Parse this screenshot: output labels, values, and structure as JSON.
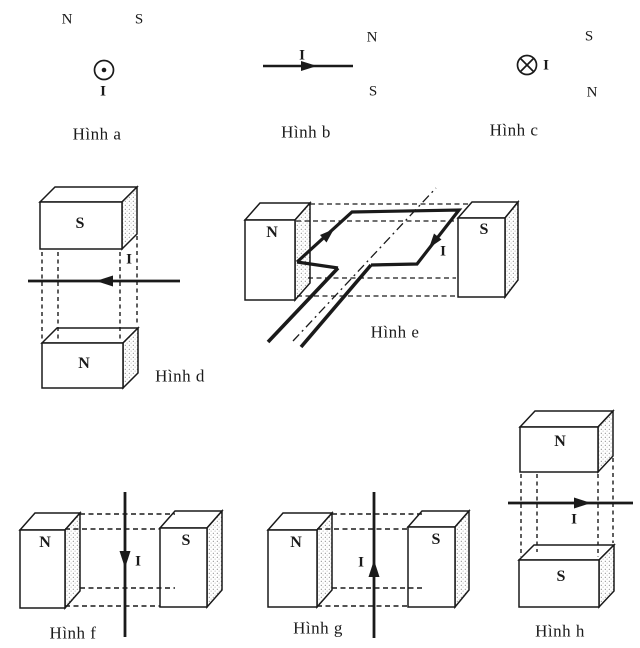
{
  "colors": {
    "ink": "#1a1a1a",
    "paper": "#ffffff"
  },
  "figures": {
    "a": {
      "caption": "Hình a",
      "left_pole": "N",
      "right_pole": "S",
      "current": "I",
      "current_direction": "out-of-page"
    },
    "b": {
      "caption": "Hình b",
      "top_pole": "N",
      "bottom_pole": "S",
      "current": "I",
      "current_direction": "right"
    },
    "c": {
      "caption": "Hình c",
      "top_pole": "S",
      "bottom_pole": "N",
      "current": "I",
      "current_direction": "into-page"
    },
    "d": {
      "caption": "Hình d",
      "top_magnet": "S",
      "bottom_magnet": "N",
      "current": "I",
      "current_direction": "left"
    },
    "e": {
      "caption": "Hình e",
      "left_magnet": "N",
      "right_magnet": "S",
      "current": "I",
      "current_direction": "loop"
    },
    "f": {
      "caption": "Hình f",
      "left_magnet": "N",
      "right_magnet": "S",
      "current": "I",
      "current_direction": "down"
    },
    "g": {
      "caption": "Hình g",
      "left_magnet": "N",
      "right_magnet": "S",
      "current": "I",
      "current_direction": "up"
    },
    "h": {
      "caption": "Hình h",
      "top_magnet": "N",
      "bottom_magnet": "S",
      "current": "I",
      "current_direction": "right"
    }
  }
}
